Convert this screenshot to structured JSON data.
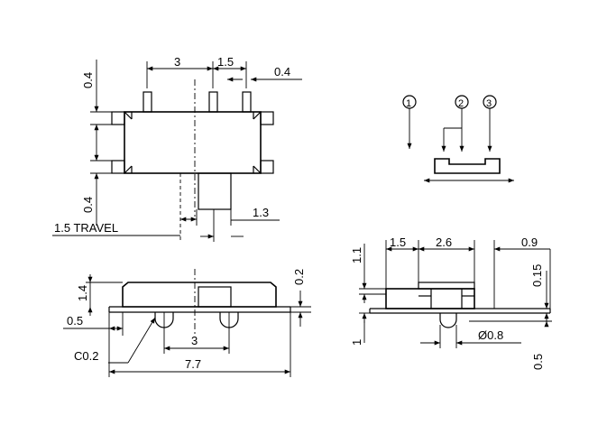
{
  "top_view": {
    "dim_3": "3",
    "dim_1_5": "1.5",
    "dim_0_4_right": "0.4",
    "dim_0_4_upper": "0.4",
    "dim_0_4_lower": "0.4",
    "travel": "1.5 TRAVEL",
    "dim_1_3": "1.3"
  },
  "schematic": {
    "pin1": "1",
    "pin2": "2",
    "pin3": "3"
  },
  "front_view": {
    "dim_1_4": "1.4",
    "dim_0_2": "0.2",
    "dim_0_5": "0.5",
    "dim_3": "3",
    "chamfer": "C0.2",
    "dim_7_7": "7.7"
  },
  "side_view": {
    "dim_1_5": "1.5",
    "dim_2_6": "2.6",
    "dim_0_9": "0.9",
    "dim_1_1": "1.1",
    "dim_0_15": "0.15",
    "dim_1": "1",
    "dia_0_8": "Ø0.8",
    "dim_0_5": "0.5"
  }
}
